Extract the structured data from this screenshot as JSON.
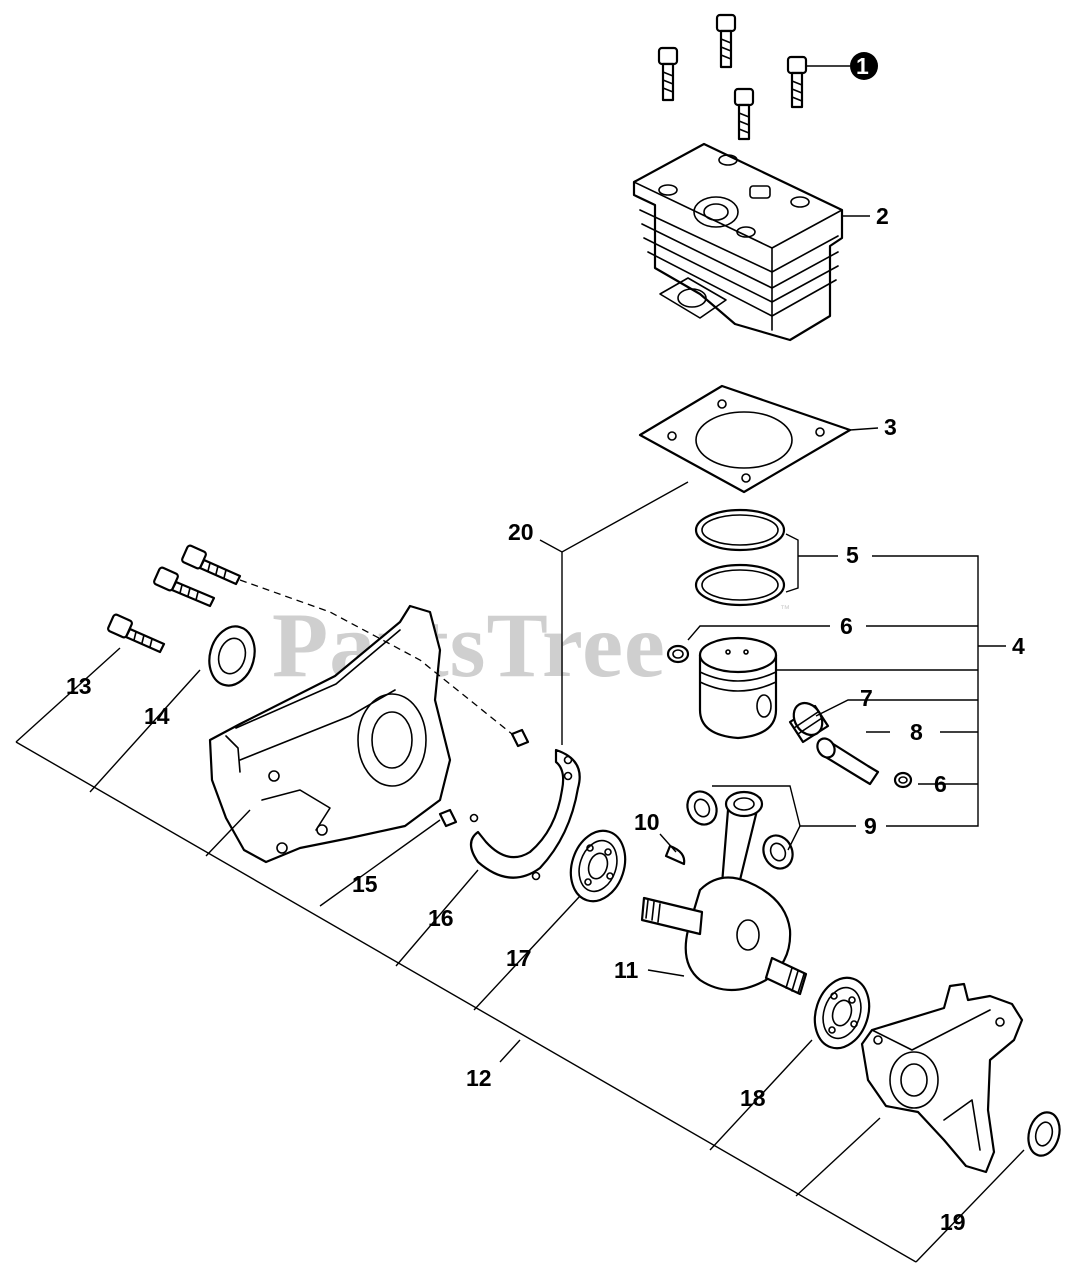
{
  "watermark": {
    "text": "PartsTree",
    "trademark": "™"
  },
  "callouts": {
    "c1": "1",
    "c2": "2",
    "c3": "3",
    "c4": "4",
    "c5": "5",
    "c6a": "6",
    "c6b": "6",
    "c7": "7",
    "c8": "8",
    "c9": "9",
    "c10": "10",
    "c11": "11",
    "c12": "12",
    "c13": "13",
    "c14": "14",
    "c15": "15",
    "c16": "16",
    "c17": "17",
    "c18": "18",
    "c19": "19",
    "c20": "20"
  }
}
